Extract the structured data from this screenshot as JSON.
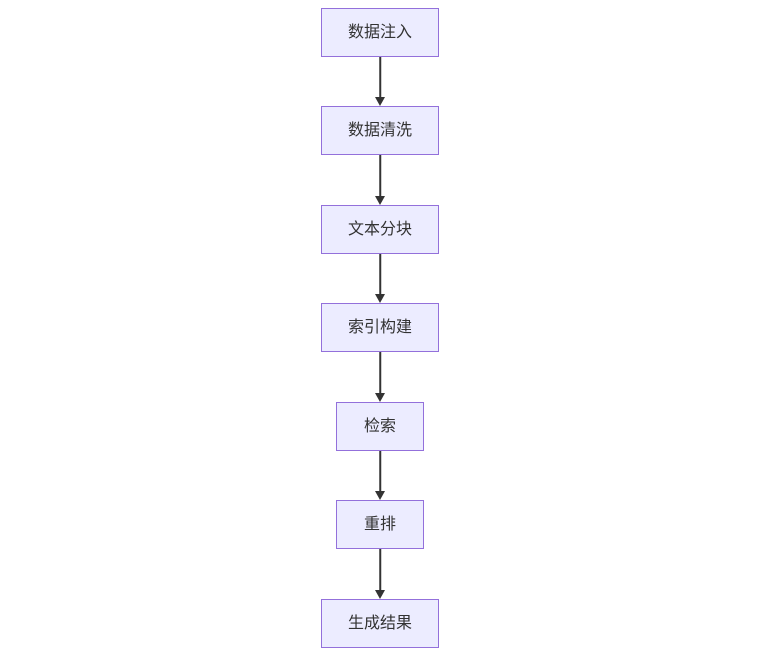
{
  "diagram": {
    "type": "flowchart",
    "direction": "top-down",
    "nodes": [
      {
        "id": "A",
        "label": "数据注入",
        "shape": "rect",
        "size": "wide"
      },
      {
        "id": "B",
        "label": "数据清洗",
        "shape": "rect",
        "size": "wide"
      },
      {
        "id": "C",
        "label": "文本分块",
        "shape": "rect",
        "size": "wide"
      },
      {
        "id": "D",
        "label": "索引构建",
        "shape": "rect",
        "size": "wide"
      },
      {
        "id": "E",
        "label": "检索",
        "shape": "rect",
        "size": "narrow"
      },
      {
        "id": "F",
        "label": "重排",
        "shape": "rect",
        "size": "narrow"
      },
      {
        "id": "G",
        "label": "生成结果",
        "shape": "rect",
        "size": "wide"
      }
    ],
    "edges": [
      {
        "from": "数据注入",
        "to": "数据清洗",
        "style": "solid-arrow"
      },
      {
        "from": "数据清洗",
        "to": "文本分块",
        "style": "solid-arrow"
      },
      {
        "from": "文本分块",
        "to": "索引构建",
        "style": "solid-arrow"
      },
      {
        "from": "索引构建",
        "to": "检索",
        "style": "solid-arrow"
      },
      {
        "from": "检索",
        "to": "重排",
        "style": "solid-arrow"
      },
      {
        "from": "重排",
        "to": "生成结果",
        "style": "solid-arrow"
      }
    ],
    "colors": {
      "node_fill": "#ECECFF",
      "node_border": "#9370DB",
      "arrow": "#333333",
      "text": "#333333",
      "background": "#ffffff"
    }
  }
}
